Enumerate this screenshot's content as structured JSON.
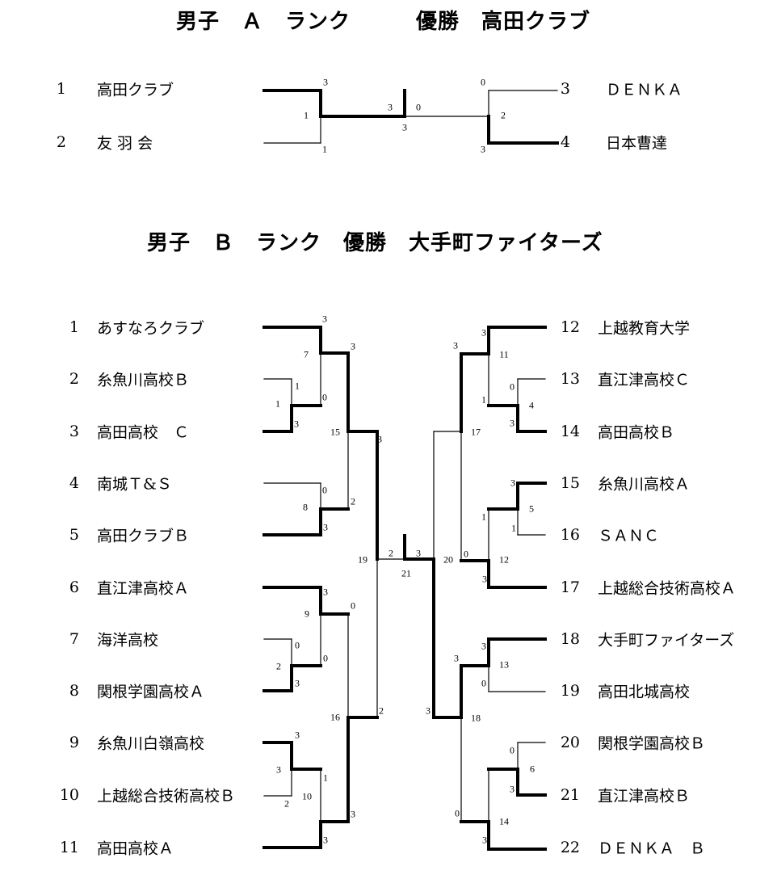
{
  "rank_a": {
    "title": "男子　Ａ　ランク　　　優勝　高田クラブ",
    "teams": [
      {
        "seed": "1",
        "name": "高田クラブ"
      },
      {
        "seed": "2",
        "name": "友 羽 会"
      },
      {
        "seed": "3",
        "name": "ＤＥＮＫＡ"
      },
      {
        "seed": "4",
        "name": "日本曹達"
      }
    ],
    "scores": [
      "3",
      "1",
      "1",
      "3",
      "0",
      "3",
      "0",
      "2",
      "3"
    ]
  },
  "rank_b": {
    "title": "男子　Ｂ　ランク　優勝　大手町ファイターズ",
    "left_teams": [
      {
        "seed": "1",
        "name": "あすなろクラブ"
      },
      {
        "seed": "2",
        "name": "糸魚川高校Ｂ"
      },
      {
        "seed": "3",
        "name": "高田高校　Ｃ"
      },
      {
        "seed": "4",
        "name": "南城Ｔ&Ｓ"
      },
      {
        "seed": "5",
        "name": "高田クラブＢ"
      },
      {
        "seed": "6",
        "name": "直江津高校Ａ"
      },
      {
        "seed": "7",
        "name": "海洋高校"
      },
      {
        "seed": "8",
        "name": "関根学園高校Ａ"
      },
      {
        "seed": "9",
        "name": "糸魚川白嶺高校"
      },
      {
        "seed": "10",
        "name": "上越総合技術高校Ｂ"
      },
      {
        "seed": "11",
        "name": "高田高校Ａ"
      }
    ],
    "right_teams": [
      {
        "seed": "12",
        "name": "上越教育大学"
      },
      {
        "seed": "13",
        "name": "直江津高校Ｃ"
      },
      {
        "seed": "14",
        "name": "高田高校Ｂ"
      },
      {
        "seed": "15",
        "name": "糸魚川高校Ａ"
      },
      {
        "seed": "16",
        "name": "ＳＡＮＣ"
      },
      {
        "seed": "17",
        "name": "上越総合技術高校Ａ"
      },
      {
        "seed": "18",
        "name": "大手町ファイターズ"
      },
      {
        "seed": "19",
        "name": "高田北城高校"
      },
      {
        "seed": "20",
        "name": "関根学園高校Ｂ"
      },
      {
        "seed": "21",
        "name": "直江津高校Ｂ"
      },
      {
        "seed": "22",
        "name": "ＤＥＮＫＡ　Ｂ"
      }
    ],
    "scores": [
      "3",
      "7",
      "1",
      "1",
      "3",
      "0",
      "3",
      "15",
      "0",
      "8",
      "3",
      "2",
      "3",
      "19",
      "2",
      "3",
      "21",
      "20",
      "3",
      "9",
      "0",
      "0",
      "2",
      "3",
      "0",
      "16",
      "2",
      "3",
      "3",
      "2",
      "1",
      "10",
      "3",
      "3",
      "3",
      "3",
      "11",
      "1",
      "0",
      "3",
      "4",
      "17",
      "3",
      "1",
      "5",
      "1",
      "0",
      "12",
      "3",
      "3",
      "3",
      "3",
      "13",
      "0",
      "18",
      "0",
      "14",
      "3",
      "0",
      "6",
      "3"
    ]
  }
}
